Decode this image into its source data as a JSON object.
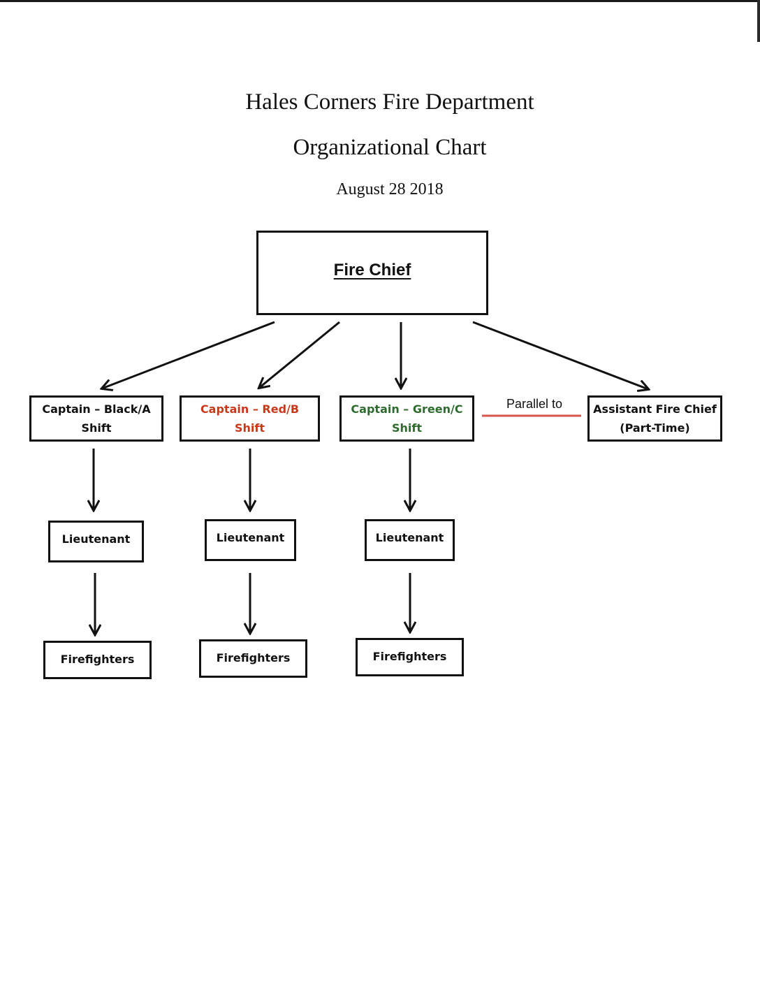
{
  "document": {
    "title": "Hales Corners Fire Department",
    "subtitle": "Organizational Chart",
    "date": "August 28 2018"
  },
  "colors": {
    "black": "#111111",
    "red": "#c8391b",
    "green": "#2f6b2f",
    "parallel_line": "#d9534f"
  },
  "org_chart": {
    "chief": {
      "label": "Fire Chief"
    },
    "captains": [
      {
        "label": "Captain – Black/A\nShift",
        "color": "#111111"
      },
      {
        "label": "Captain – Red/B\nShift",
        "color": "#c8391b"
      },
      {
        "label": "Captain – Green/C\nShift",
        "color": "#2f6b2f"
      }
    ],
    "assistant": {
      "label": "Assistant Fire Chief\n(Part-Time)"
    },
    "parallel_label": "Parallel to",
    "lieutenant_label": "Lieutenant",
    "firefighters_label": "Firefighters"
  }
}
